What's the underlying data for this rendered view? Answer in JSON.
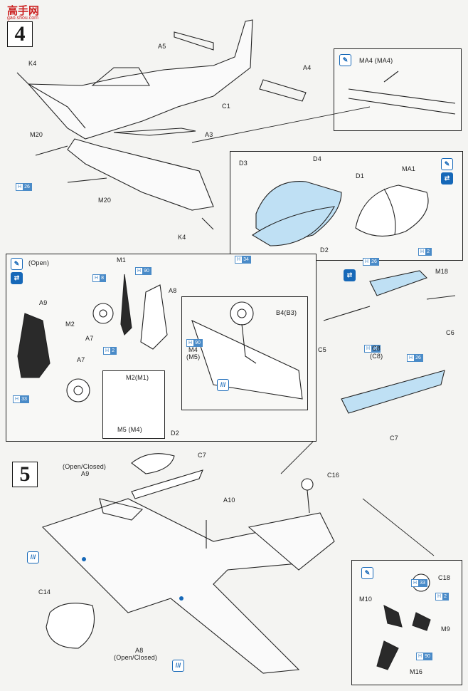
{
  "watermark": {
    "title": "高手网",
    "url": "gao.shou.com"
  },
  "steps": {
    "step4": "4",
    "step5": "5"
  },
  "labels": {
    "A5": "A5",
    "A4": "A4",
    "K4_top": "K4",
    "C1": "C1",
    "A3": "A3",
    "M20_a": "M20",
    "M20_b": "M20",
    "K4_bottom": "K4",
    "MA4": "MA4 (MA4)",
    "D3": "D3",
    "D4": "D4",
    "D1": "D1",
    "D2_top": "D2",
    "MA1": "MA1",
    "open": "(Open)",
    "M1": "M1",
    "A8_box": "A8",
    "A9_box": "A9",
    "M2": "M2",
    "A7_a": "A7",
    "A7_b": "A7",
    "M2M1": "M2(M1)",
    "M5M4_box": "M5 (M4)",
    "B4B3": "B4(B3)",
    "M4": "M4",
    "M5": "(M5)",
    "M18": "M18",
    "C5": "C5",
    "C8": "C8",
    "C8p": "(C8)",
    "C6": "C6",
    "C7_box": "C7",
    "D2_bottom": "D2",
    "open_closed_a": "(Open/Closed)",
    "A9_bottom": "A9",
    "C7_bottom": "C7",
    "A10": "A10",
    "C16": "C16",
    "C14": "C14",
    "A8_bottom": "A8",
    "open_closed_b": "(Open/Closed)",
    "C18": "C18",
    "M10": "M10",
    "M9": "M9",
    "M16": "M16"
  },
  "paint_codes": {
    "p1": {
      "h": "H",
      "n": "26"
    },
    "p2": {
      "h": "H",
      "n": "34"
    },
    "p3": {
      "h": "H",
      "n": "2"
    },
    "p4": {
      "h": "H",
      "n": "26"
    },
    "p5": {
      "h": "H",
      "n": "8"
    },
    "p6": {
      "h": "H",
      "n": "90"
    },
    "p7": {
      "h": "H",
      "n": "2"
    },
    "p8": {
      "h": "H",
      "n": "33"
    },
    "p9": {
      "h": "H",
      "n": "90"
    },
    "p10": {
      "h": "H",
      "n": "26"
    },
    "p11": {
      "h": "H",
      "n": "26"
    },
    "p12": {
      "h": "H",
      "n": "33"
    },
    "p13": {
      "h": "H",
      "n": "2"
    },
    "p14": {
      "h": "H",
      "n": "90"
    }
  },
  "colors": {
    "accent": "#1668b8",
    "paint": "#4a8bc8",
    "part_blue": "#bfe0f4",
    "ink": "#1a1a1a"
  },
  "icons": [
    "paint-brush-icon",
    "rotate-view-icon",
    "decal-stripe-icon",
    "step-number-icon"
  ]
}
